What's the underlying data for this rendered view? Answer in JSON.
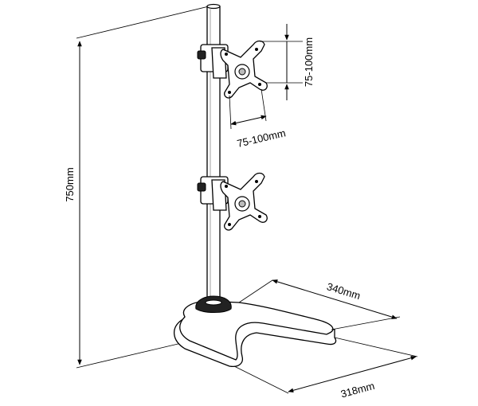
{
  "dimensions": {
    "height": "750mm",
    "base_depth": "340mm",
    "base_width": "318mm",
    "vesa_horizontal": "75-100mm",
    "vesa_vertical": "75-100mm"
  }
}
